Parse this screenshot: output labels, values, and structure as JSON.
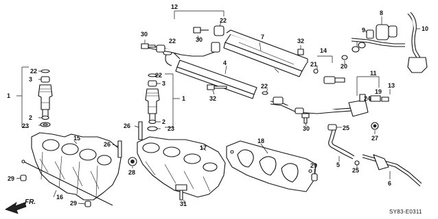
{
  "diagram_code": "SY83-E0311",
  "direction_label": "FR.",
  "callouts": [
    {
      "id": "c1a",
      "text": "1"
    },
    {
      "id": "c1b",
      "text": "1"
    },
    {
      "id": "c2a",
      "text": "2"
    },
    {
      "id": "c2b",
      "text": "2"
    },
    {
      "id": "c3a",
      "text": "3"
    },
    {
      "id": "c3b",
      "text": "3"
    },
    {
      "id": "c4",
      "text": "4"
    },
    {
      "id": "c5",
      "text": "5"
    },
    {
      "id": "c6",
      "text": "6"
    },
    {
      "id": "c7",
      "text": "7"
    },
    {
      "id": "c8",
      "text": "8"
    },
    {
      "id": "c9",
      "text": "9"
    },
    {
      "id": "c10",
      "text": "10"
    },
    {
      "id": "c11",
      "text": "11"
    },
    {
      "id": "c12",
      "text": "12"
    },
    {
      "id": "c13",
      "text": "13"
    },
    {
      "id": "c14",
      "text": "14"
    },
    {
      "id": "c15",
      "text": "15"
    },
    {
      "id": "c16",
      "text": "16"
    },
    {
      "id": "c17",
      "text": "17"
    },
    {
      "id": "c18",
      "text": "18"
    },
    {
      "id": "c19",
      "text": "19"
    },
    {
      "id": "c20",
      "text": "20"
    },
    {
      "id": "c21",
      "text": "21"
    },
    {
      "id": "c22a",
      "text": "22"
    },
    {
      "id": "c22b",
      "text": "22"
    },
    {
      "id": "c22c",
      "text": "22"
    },
    {
      "id": "c22d",
      "text": "22"
    },
    {
      "id": "c22e",
      "text": "22"
    },
    {
      "id": "c23a",
      "text": "23"
    },
    {
      "id": "c23b",
      "text": "23"
    },
    {
      "id": "c24",
      "text": "24"
    },
    {
      "id": "c25a",
      "text": "25"
    },
    {
      "id": "c25b",
      "text": "25"
    },
    {
      "id": "c26a",
      "text": "26"
    },
    {
      "id": "c26b",
      "text": "26"
    },
    {
      "id": "c27",
      "text": "27"
    },
    {
      "id": "c28",
      "text": "28"
    },
    {
      "id": "c29a",
      "text": "29"
    },
    {
      "id": "c29b",
      "text": "29"
    },
    {
      "id": "c29c",
      "text": "29"
    },
    {
      "id": "c30a",
      "text": "30"
    },
    {
      "id": "c30b",
      "text": "30"
    },
    {
      "id": "c30c",
      "text": "30"
    },
    {
      "id": "c31",
      "text": "31"
    },
    {
      "id": "c32a",
      "text": "32"
    },
    {
      "id": "c32b",
      "text": "32"
    }
  ]
}
